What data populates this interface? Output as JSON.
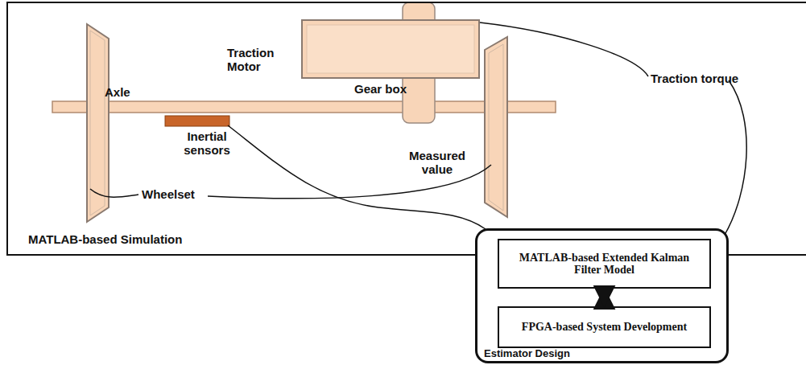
{
  "diagram": {
    "nodes": [
      {
        "text": [
          "MATLAB-based Simulation"
        ]
      },
      {
        "text": [
          "Estimator Design"
        ]
      },
      {
        "text": [
          "MATLAB-based Extended Kalman Filter Model"
        ],
        "in": 1
      },
      {
        "text": [
          "FPGA-based System Development"
        ],
        "in": 1
      }
    ],
    "edges": [
      {
        "from": 2,
        "to": 3,
        "arrow": "both"
      }
    ],
    "labels": [
      "Traction Motor",
      "Gear box",
      "Traction torque",
      "Axle",
      "Inertial sensors",
      "Measured value",
      "Wheelset"
    ]
  }
}
